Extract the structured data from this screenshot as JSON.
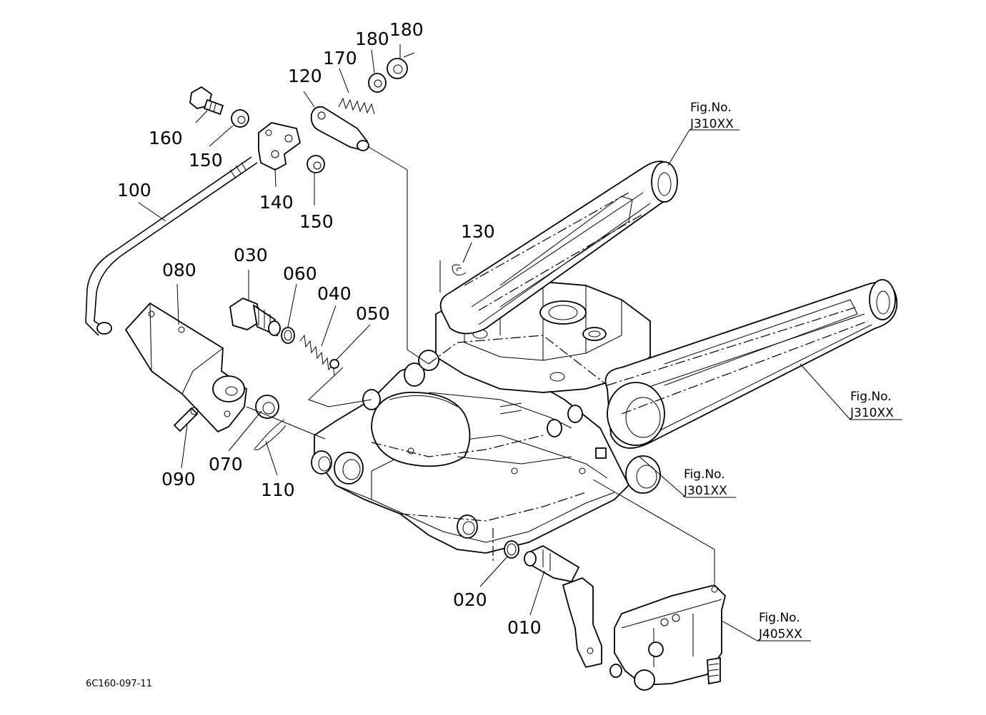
{
  "drawing_code": "6C160-097-11",
  "callouts": {
    "p010": "010",
    "p020": "020",
    "p030": "030",
    "p040": "040",
    "p050": "050",
    "p060": "060",
    "p070": "070",
    "p080": "080",
    "p090": "090",
    "p100": "100",
    "p110": "110",
    "p120": "120",
    "p130": "130",
    "p140": "140",
    "p150a": "150",
    "p150b": "150",
    "p160": "160",
    "p170": "170",
    "p180a": "180",
    "p180b": "180"
  },
  "fig_refs": {
    "ref1": {
      "label": "Fig.No.",
      "code": "J310XX"
    },
    "ref2": {
      "label": "Fig.No.",
      "code": "J310XX"
    },
    "ref3": {
      "label": "Fig.No.",
      "code": "J301XX"
    },
    "ref4": {
      "label": "Fig.No.",
      "code": "J405XX"
    }
  }
}
